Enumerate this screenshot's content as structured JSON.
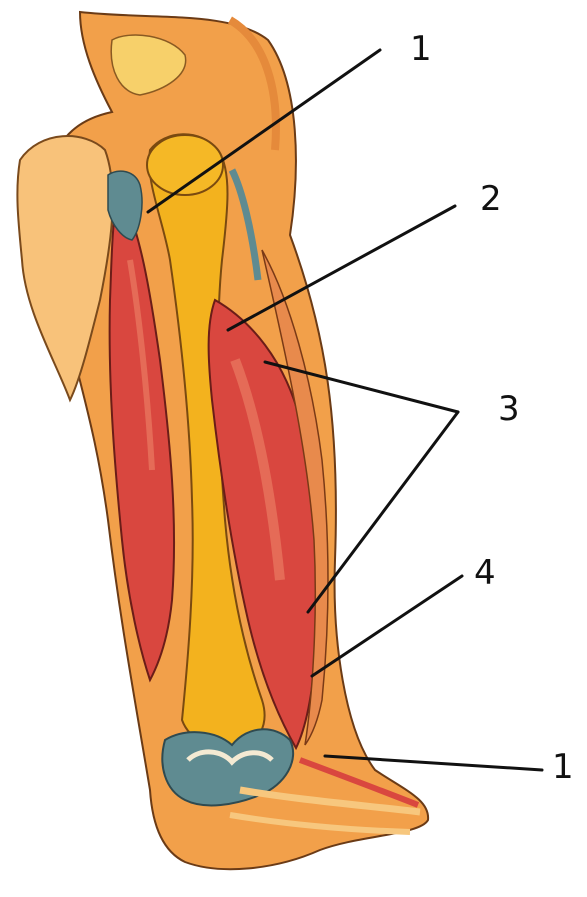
{
  "diagram": {
    "subject": "upper-arm-muscles-anatomy",
    "callouts": [
      {
        "id": "label-1-top",
        "text": "1"
      },
      {
        "id": "label-2",
        "text": "2"
      },
      {
        "id": "label-3",
        "text": "3"
      },
      {
        "id": "label-4",
        "text": "4"
      },
      {
        "id": "label-1-bottom",
        "text": "1"
      }
    ]
  },
  "colors": {
    "skin": "#f2a04a",
    "skin_light": "#f8c27a",
    "muscle": "#d9473f",
    "muscle_light": "#ea7a63",
    "bone": "#f3b21e",
    "tendon": "#5f8b91",
    "cartilage": "#f4ead3",
    "line": "#111111"
  }
}
